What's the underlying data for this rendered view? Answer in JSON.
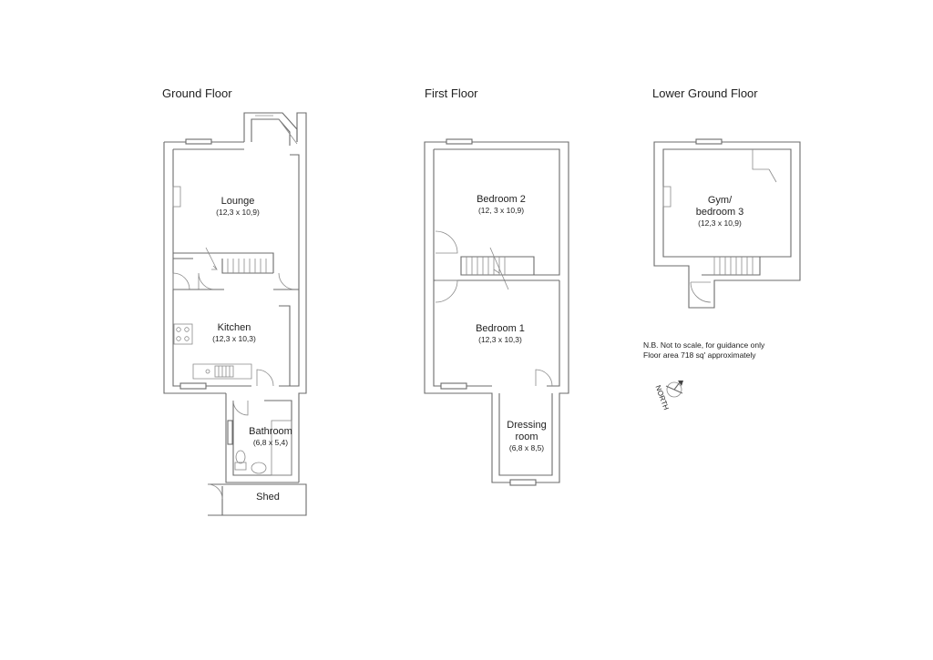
{
  "floors": {
    "ground": {
      "title": "Ground Floor",
      "rooms": {
        "lounge": {
          "name": "Lounge",
          "dims": "(12,3 x 10,9)"
        },
        "kitchen": {
          "name": "Kitchen",
          "dims": "(12,3 x 10,3)"
        },
        "bathroom": {
          "name": "Bathroom",
          "dims": "(6,8 x 5,4)"
        },
        "shed": {
          "name": "Shed"
        }
      }
    },
    "first": {
      "title": "First Floor",
      "rooms": {
        "bedroom2": {
          "name": "Bedroom 2",
          "dims": "(12, 3 x 10,9)"
        },
        "bedroom1": {
          "name": "Bedroom 1",
          "dims": "(12,3 x 10,3)"
        },
        "dressing": {
          "name_line1": "Dressing",
          "name_line2": "room",
          "dims": "(6,8 x 8,5)"
        }
      }
    },
    "lower": {
      "title": "Lower Ground Floor",
      "rooms": {
        "gym": {
          "name_line1": "Gym/",
          "name_line2": "bedroom 3",
          "dims": "(12,3 x 10,9)"
        }
      }
    }
  },
  "notes": {
    "line1": "N.B. Not to scale, for guidance only",
    "line2": "Floor area 718 sq' approximately"
  },
  "compass": {
    "label": "NORTH"
  }
}
